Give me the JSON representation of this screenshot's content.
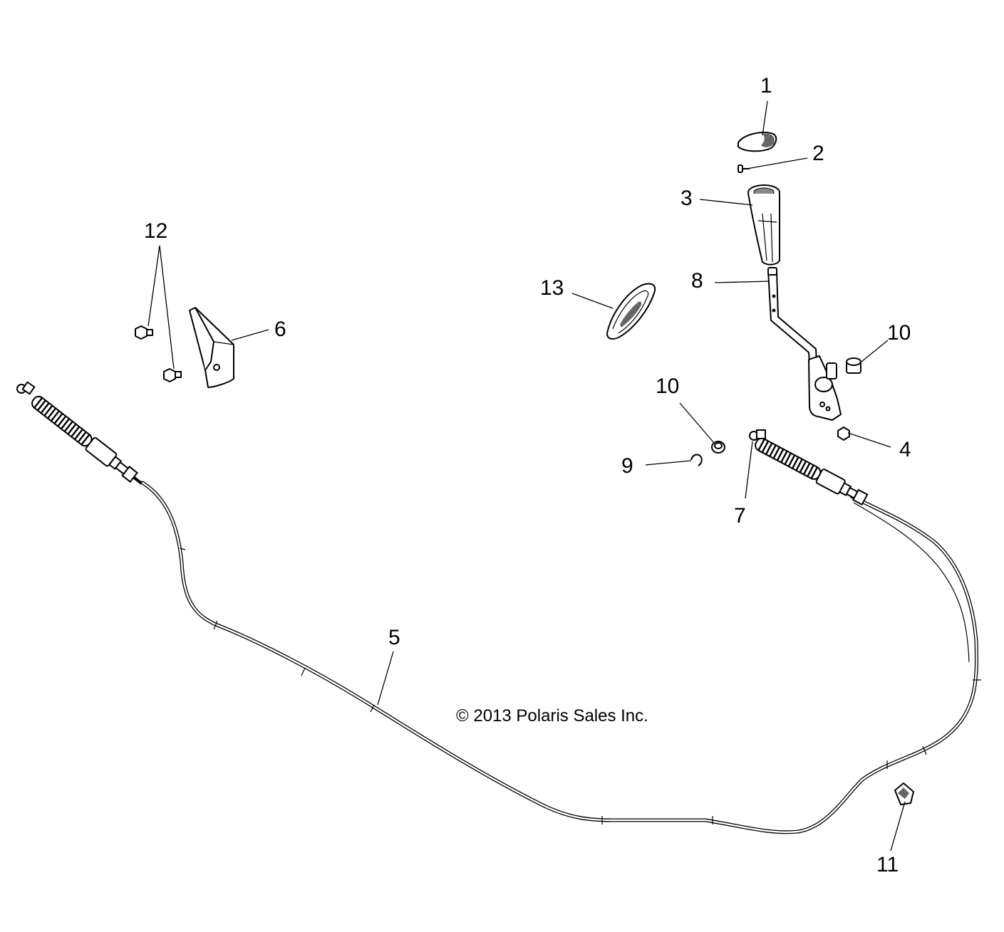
{
  "diagram": {
    "callouts": {
      "c1": "1",
      "c2": "2",
      "c3": "3",
      "c4": "4",
      "c5": "5",
      "c6": "6",
      "c7": "7",
      "c8": "8",
      "c9": "9",
      "c10a": "10",
      "c10b": "10",
      "c11": "11",
      "c12": "12",
      "c13": "13"
    },
    "copyright": "© 2013 Polaris Sales Inc."
  }
}
